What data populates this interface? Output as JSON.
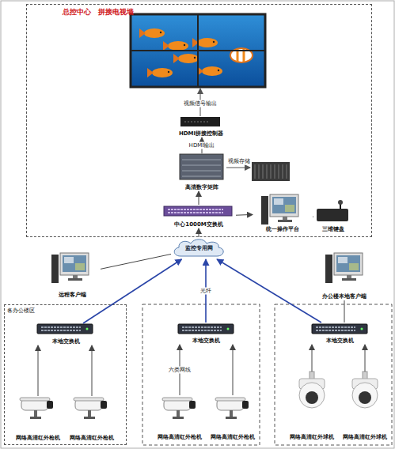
{
  "diagram": {
    "nodes": [
      {
        "text": [
          "总控中心　拼接电视墙"
        ]
      },
      {
        "text": [
          "HDMI拼接控制器"
        ],
        "in": 0
      },
      {
        "text": [
          "高清数字矩阵"
        ],
        "in": 0
      },
      {
        "text": [
          "中心1000M交换机"
        ],
        "in": 0
      },
      {
        "text": [
          "统一操作平台"
        ],
        "in": 0
      },
      {
        "text": [
          "三维键盘"
        ],
        "in": 0
      },
      {
        "text": [
          "监控专用网"
        ]
      },
      {
        "text": [
          "远程客户端"
        ]
      },
      {
        "text": [
          "办公楼本地客户端"
        ]
      },
      {
        "text": [
          "各办公楼区"
        ]
      },
      {
        "text": [
          "本地交换机"
        ],
        "in": 9
      },
      {
        "text": [
          "网络高清红外枪机"
        ],
        "in": 9
      },
      {
        "text": [
          "网络高清红外枪机"
        ],
        "in": 9
      },
      {
        "text": [
          "本地交换机"
        ]
      },
      {
        "text": [
          "网络高清红外枪机"
        ]
      },
      {
        "text": [
          "网络高清红外枪机"
        ]
      },
      {
        "text": [
          "本地交换机"
        ]
      },
      {
        "text": [
          "网络高清红外球机"
        ]
      },
      {
        "text": [
          "网络高清红外球机"
        ]
      }
    ],
    "edges": [
      {
        "from": 2,
        "to": 1,
        "arrow": "to",
        "label": "HDMI输出"
      },
      {
        "from": 3,
        "to": 2,
        "arrow": "to"
      },
      {
        "from": 3,
        "to": 4,
        "arrow": "to"
      },
      {
        "from": 5,
        "to": 4,
        "arrow": "none"
      },
      {
        "from": 6,
        "to": 3,
        "arrow": "to"
      },
      {
        "from": 7,
        "to": 6,
        "arrow": "none"
      },
      {
        "from": 10,
        "to": 6,
        "arrow": "to"
      },
      {
        "from": 13,
        "to": 6,
        "arrow": "to",
        "label": "光纤"
      },
      {
        "from": 16,
        "to": 6,
        "arrow": "to"
      },
      {
        "from": 8,
        "to": 16,
        "arrow": "none"
      },
      {
        "from": 11,
        "to": 10,
        "arrow": "to"
      },
      {
        "from": 12,
        "to": 10,
        "arrow": "to"
      },
      {
        "from": 14,
        "to": 13,
        "arrow": "to",
        "label": "六类网线"
      },
      {
        "from": 15,
        "to": 13,
        "arrow": "to"
      },
      {
        "from": 17,
        "to": 16,
        "arrow": "to"
      },
      {
        "from": 18,
        "to": 16,
        "arrow": "to"
      }
    ],
    "labels": [
      "视频信号输出",
      "视频存储"
    ]
  }
}
